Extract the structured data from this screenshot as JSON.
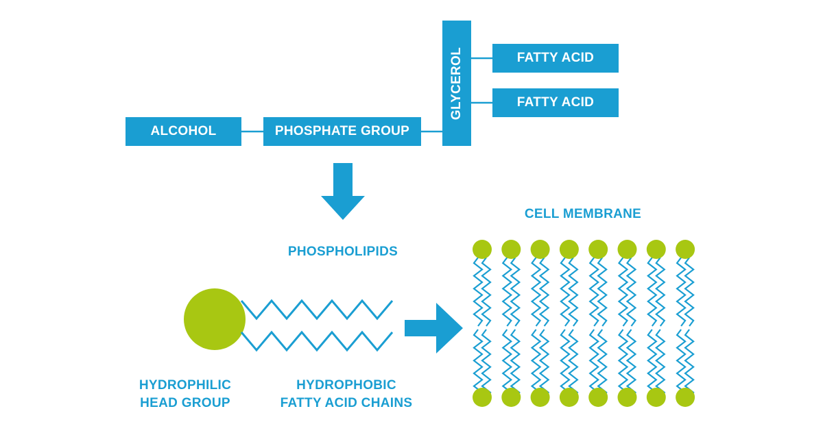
{
  "colors": {
    "blue": "#1a9ed2",
    "green": "#a8c712",
    "background": "#ffffff"
  },
  "structure": {
    "alcohol": "ALCOHOL",
    "phosphate_group": "PHOSPHATE GROUP",
    "glycerol": "GLYCEROL",
    "fatty_acid_1": "FATTY ACID",
    "fatty_acid_2": "FATTY ACID"
  },
  "phospholipid": {
    "title": "PHOSPHOLIPIDS",
    "head_line1": "HYDROPHILIC",
    "head_line2": "HEAD GROUP",
    "tail_line1": "HYDROPHOBIC",
    "tail_line2": "FATTY ACID CHAINS"
  },
  "membrane": {
    "title": "CELL MEMBRANE",
    "molecule_count": 8
  }
}
